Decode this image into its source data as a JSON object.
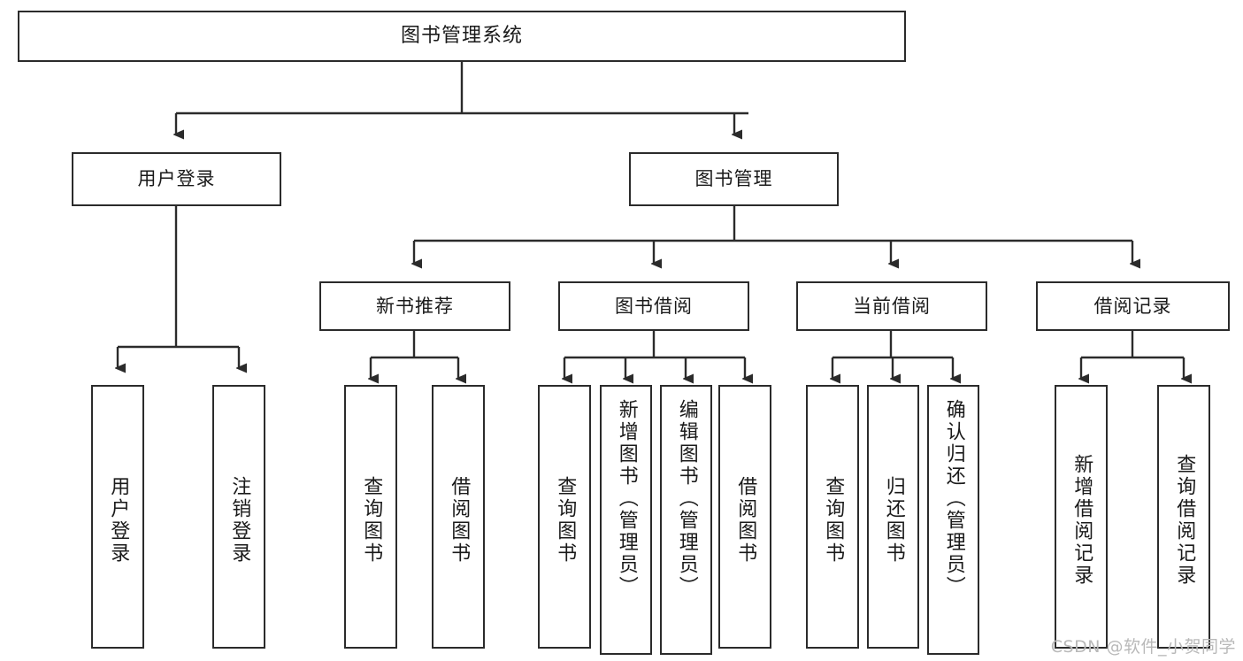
{
  "diagram": {
    "title": "图书管理系统",
    "type": "tree-hierarchy",
    "root": {
      "label": "图书管理系统"
    },
    "level2": [
      {
        "label": "用户登录"
      },
      {
        "label": "图书管理"
      }
    ],
    "level3": [
      {
        "label": "新书推荐"
      },
      {
        "label": "图书借阅"
      },
      {
        "label": "当前借阅"
      },
      {
        "label": "借阅记录"
      }
    ],
    "leaves_user_login": [
      {
        "label": "用户登录"
      },
      {
        "label": "注销登录"
      }
    ],
    "leaves_new_book": [
      {
        "label": "查询图书"
      },
      {
        "label": "借阅图书"
      }
    ],
    "leaves_borrow": [
      {
        "label": "查询图书"
      },
      {
        "label": "新增图书（管理员）"
      },
      {
        "label": "编辑图书（管理员）"
      },
      {
        "label": "借阅图书"
      }
    ],
    "leaves_current": [
      {
        "label": "查询图书"
      },
      {
        "label": "归还图书"
      },
      {
        "label": "确认归还（管理员）"
      }
    ],
    "leaves_record": [
      {
        "label": "新增借阅记录"
      },
      {
        "label": "查询借阅记录"
      }
    ]
  },
  "watermark": {
    "text": "CSDN @软件_小贺同学"
  },
  "colors": {
    "stroke": "#2b2b2b",
    "fill": "#ffffff",
    "text": "#1a1a1a",
    "watermark": "#b9b9b9"
  }
}
